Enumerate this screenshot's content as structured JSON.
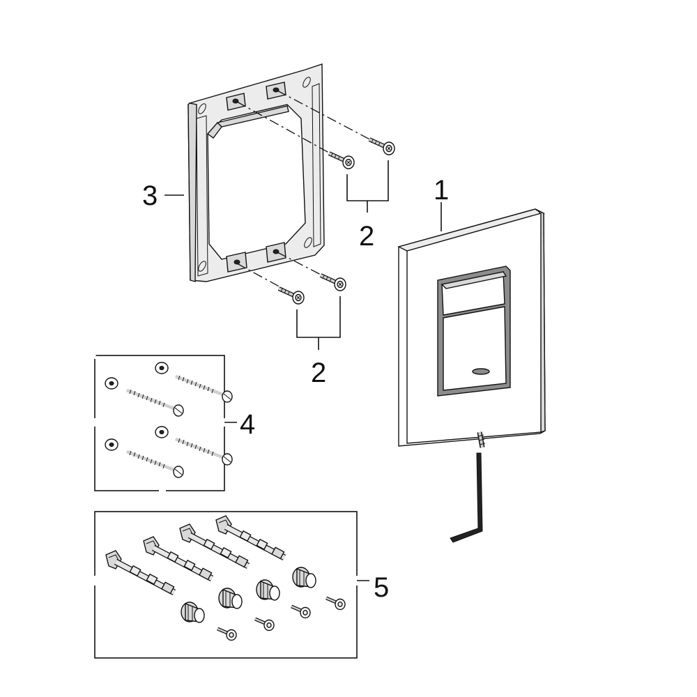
{
  "callouts": {
    "c1": "1",
    "c2a": "2",
    "c2b": "2",
    "c3": "3",
    "c4": "4",
    "c5": "5"
  },
  "parts": [
    {
      "id": "flush-plate",
      "callout": "1"
    },
    {
      "id": "mounting-screws",
      "callout": "2"
    },
    {
      "id": "mounting-frame",
      "callout": "3"
    },
    {
      "id": "wall-screws-kit",
      "callout": "4"
    },
    {
      "id": "extension-rods-kit",
      "callout": "5"
    }
  ],
  "icons": {
    "hex-key": "allen-key-icon",
    "screw": "screw-icon",
    "washer": "washer-icon"
  }
}
